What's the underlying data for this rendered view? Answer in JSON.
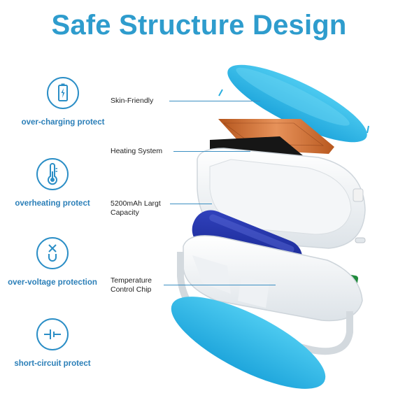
{
  "title": "Safe Structure Design",
  "features": [
    {
      "label": "over-charging protect",
      "icon": "battery-charge-icon"
    },
    {
      "label": "overheating protect",
      "icon": "thermometer-icon"
    },
    {
      "label": "over-voltage protection",
      "icon": "voltage-icon"
    },
    {
      "label": "short-circuit protect",
      "icon": "short-circuit-icon"
    }
  ],
  "parts": [
    {
      "lines": [
        "Skin-Friendly"
      ]
    },
    {
      "lines": [
        "Heating System"
      ]
    },
    {
      "lines": [
        "5200mAh Largt",
        "Capacity"
      ]
    },
    {
      "lines": [
        "Temperature",
        "Control Chip"
      ]
    }
  ],
  "colors": {
    "title": "#2e9ccd",
    "icon": "#2b8ec6",
    "shell": "#35b8e6",
    "battery": "#1c2fa0"
  }
}
